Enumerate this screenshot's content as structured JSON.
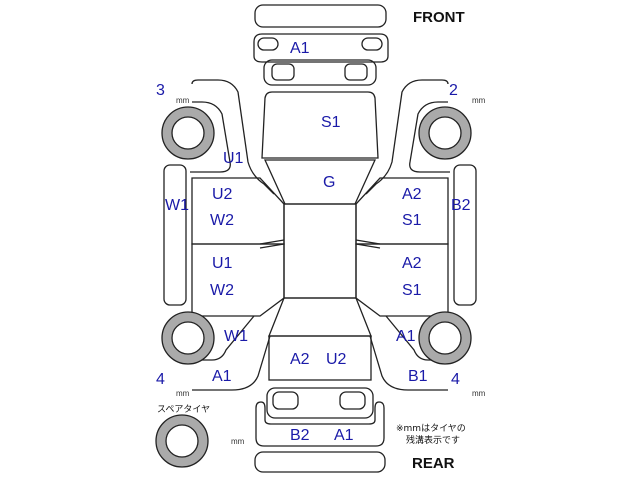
{
  "headings": {
    "front": "FRONT",
    "rear": "REAR"
  },
  "tires": {
    "front_left": {
      "number": "3",
      "unit": "mm"
    },
    "front_right": {
      "number": "2",
      "unit": "mm"
    },
    "rear_left": {
      "number": "4",
      "unit": "mm"
    },
    "rear_right": {
      "number": "4",
      "unit": "mm"
    },
    "spare": {
      "label": "スペアタイヤ",
      "unit": "mm"
    }
  },
  "panels": {
    "front_bumper": "A1",
    "hood": "S1",
    "left_front_pillar": "U1",
    "windshield": "G",
    "left_front_door": [
      "U2",
      "W2"
    ],
    "left_rocker": "W1",
    "right_front_door": [
      "A2",
      "S1"
    ],
    "right_rocker": "B2",
    "left_rear_door": [
      "U1",
      "W2"
    ],
    "right_rear_door": [
      "A2",
      "S1"
    ],
    "left_rear_fender": "W1",
    "right_rear_fender": "A1",
    "left_rear_quarter": "A1",
    "right_rear_quarter": "B1",
    "trunk": [
      "A2",
      "U2"
    ],
    "rear_bumper": [
      "B2",
      "A1"
    ]
  },
  "note": [
    "※mmはタイヤの",
    "残溝表示です"
  ],
  "colors": {
    "code": "#1a1aa8",
    "tire": "#aaaaaa"
  }
}
